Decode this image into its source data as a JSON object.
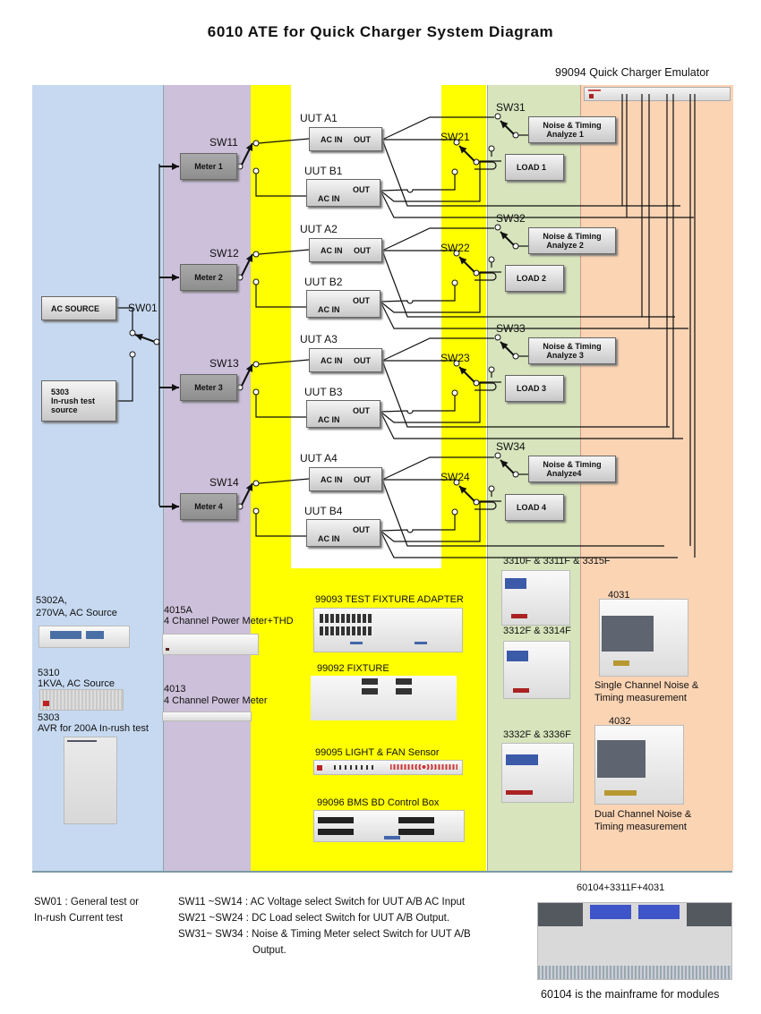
{
  "title": "6010 ATE for Quick Charger System Diagram",
  "emulator_label": "99094 Quick Charger Emulator",
  "sources": {
    "ac_source": "AC SOURCE",
    "inrush_line1": "5303",
    "inrush_line2": "In-rush test",
    "inrush_line3": "source",
    "sw01": "SW01"
  },
  "groups": [
    {
      "meter": "Meter 1",
      "sw_ac": "SW11",
      "uut_a": "UUT A1",
      "uut_b": "UUT B1",
      "sw_load": "SW21",
      "sw_noise": "SW31",
      "noise_line1": "Noise & Timing",
      "noise_line2": "Analyze 1",
      "load": "LOAD 1"
    },
    {
      "meter": "Meter 2",
      "sw_ac": "SW12",
      "uut_a": "UUT A2",
      "uut_b": "UUT B2",
      "sw_load": "SW22",
      "sw_noise": "SW32",
      "noise_line1": "Noise & Timing",
      "noise_line2": "Analyze 2",
      "load": "LOAD 2"
    },
    {
      "meter": "Meter 3",
      "sw_ac": "SW13",
      "uut_a": "UUT A3",
      "uut_b": "UUT B3",
      "sw_load": "SW23",
      "sw_noise": "SW33",
      "noise_line1": "Noise & Timing",
      "noise_line2": "Analyze 3",
      "load": "LOAD 3"
    },
    {
      "meter": "Meter 4",
      "sw_ac": "SW14",
      "uut_a": "UUT A4",
      "uut_b": "UUT B4",
      "sw_load": "SW24",
      "sw_noise": "SW34",
      "noise_line1": "Noise & Timing",
      "noise_line2": "Analyze4",
      "load": "LOAD 4"
    }
  ],
  "uut_ports": {
    "ac_in": "AC IN",
    "out": "OUT"
  },
  "products": {
    "p5302a_l1": "5302A,",
    "p5302a_l2": "270VA, AC Source",
    "p5310_l1": "5310",
    "p5310_l2": "1KVA, AC Source",
    "p5303_l1": "5303",
    "p5303_l2": "AVR for 200A In-rush test",
    "p4015a_l1": "4015A",
    "p4015a_l2": "4 Channel Power Meter+THD",
    "p4013_l1": "4013",
    "p4013_l2": "4 Channel Power Meter",
    "p99093": "99093 TEST FIXTURE ADAPTER",
    "p99092": "99092 FIXTURE",
    "p99095": "99095 LIGHT & FAN Sensor",
    "p99096": "99096 BMS BD Control Box",
    "p3310f": "3310F & 3311F & 3315F",
    "p3312f": "3312F & 3314F",
    "p3332f": "3332F & 3336F",
    "p4031": "4031",
    "p4031_desc1": "Single Channel Noise &",
    "p4031_desc2": "Timing measurement",
    "p4032": "4032",
    "p4032_desc1": "Dual Channel Noise &",
    "p4032_desc2": "Timing measurement",
    "mainframe_title": "60104+3311F+4031",
    "mainframe_desc": "60104 is the mainframe for modules"
  },
  "legend": {
    "sw01_l1": "SW01 : General test or",
    "sw01_l2": "In-rush Current test",
    "sw11": "SW11 ~SW14 : AC Voltage select Switch for UUT A/B AC Input",
    "sw21": "SW21 ~SW24 : DC Load select Switch for UUT A/B Output.",
    "sw31": "SW31~ SW34 : Noise & Timing Meter select Switch for UUT A/B",
    "sw31_cont": "Output."
  }
}
